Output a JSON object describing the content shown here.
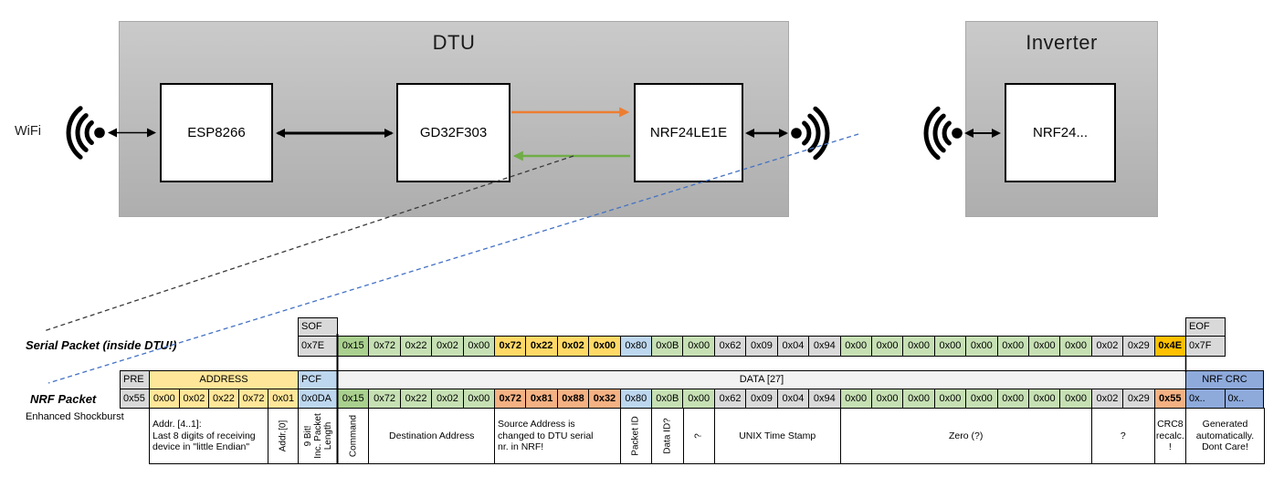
{
  "diagram": {
    "wifi_label": "WiFi",
    "dtu_title": "DTU",
    "esp_label": "ESP8266",
    "gd32_label": "GD32F303",
    "nrf_dtu_label": "NRF24LE1E",
    "inverter_title": "Inverter",
    "nrf_inv_label": "NRF24...",
    "colors": {
      "orange_arrow": "#ED7D31",
      "green_arrow": "#70AD47",
      "blue_dashed": "#4472C4"
    }
  },
  "serial_packet": {
    "label": "Serial Packet (inside DTU!)",
    "sof_header": "SOF",
    "sof_value": "0x7E",
    "eof_header": "EOF",
    "eof_value": "0x7F",
    "bytes": [
      {
        "v": "0x15",
        "c": "dgreen"
      },
      {
        "v": "0x72",
        "c": "green"
      },
      {
        "v": "0x22",
        "c": "green"
      },
      {
        "v": "0x02",
        "c": "green"
      },
      {
        "v": "0x00",
        "c": "green"
      },
      {
        "v": "0x72",
        "c": "gold",
        "b": true
      },
      {
        "v": "0x22",
        "c": "gold",
        "b": true
      },
      {
        "v": "0x02",
        "c": "gold",
        "b": true
      },
      {
        "v": "0x00",
        "c": "gold",
        "b": true
      },
      {
        "v": "0x80",
        "c": "blue"
      },
      {
        "v": "0x0B",
        "c": "green"
      },
      {
        "v": "0x00",
        "c": "green"
      },
      {
        "v": "0x62",
        "c": "gray"
      },
      {
        "v": "0x09",
        "c": "gray"
      },
      {
        "v": "0x04",
        "c": "gray"
      },
      {
        "v": "0x94",
        "c": "gray"
      },
      {
        "v": "0x00",
        "c": "green"
      },
      {
        "v": "0x00",
        "c": "green"
      },
      {
        "v": "0x00",
        "c": "green"
      },
      {
        "v": "0x00",
        "c": "green"
      },
      {
        "v": "0x00",
        "c": "green"
      },
      {
        "v": "0x00",
        "c": "green"
      },
      {
        "v": "0x00",
        "c": "green"
      },
      {
        "v": "0x00",
        "c": "green"
      },
      {
        "v": "0x02",
        "c": "gray"
      },
      {
        "v": "0x29",
        "c": "gray"
      },
      {
        "v": "0x4E",
        "c": "amber",
        "b": true
      }
    ]
  },
  "nrf_packet": {
    "label": "NRF Packet",
    "sublabel": "Enhanced Shockburst",
    "pre_header": "PRE",
    "pre_value": "0x55",
    "address_header": "ADDRESS",
    "address_values": [
      {
        "v": "0x00",
        "c": "yellow"
      },
      {
        "v": "0x02",
        "c": "yellow"
      },
      {
        "v": "0x22",
        "c": "yellow"
      },
      {
        "v": "0x72",
        "c": "yellow"
      },
      {
        "v": "0x01",
        "c": "yellow"
      }
    ],
    "pcf_header": "PCF",
    "pcf_value": "0x0DA",
    "data_header": "DATA [27]",
    "bytes": [
      {
        "v": "0x15",
        "c": "dgreen"
      },
      {
        "v": "0x72",
        "c": "green"
      },
      {
        "v": "0x22",
        "c": "green"
      },
      {
        "v": "0x02",
        "c": "green"
      },
      {
        "v": "0x00",
        "c": "green"
      },
      {
        "v": "0x72",
        "c": "orange",
        "b": true
      },
      {
        "v": "0x81",
        "c": "orange",
        "b": true
      },
      {
        "v": "0x88",
        "c": "orange",
        "b": true
      },
      {
        "v": "0x32",
        "c": "orange",
        "b": true
      },
      {
        "v": "0x80",
        "c": "blue"
      },
      {
        "v": "0x0B",
        "c": "green"
      },
      {
        "v": "0x00",
        "c": "green"
      },
      {
        "v": "0x62",
        "c": "gray"
      },
      {
        "v": "0x09",
        "c": "gray"
      },
      {
        "v": "0x04",
        "c": "gray"
      },
      {
        "v": "0x94",
        "c": "gray"
      },
      {
        "v": "0x00",
        "c": "green"
      },
      {
        "v": "0x00",
        "c": "green"
      },
      {
        "v": "0x00",
        "c": "green"
      },
      {
        "v": "0x00",
        "c": "green"
      },
      {
        "v": "0x00",
        "c": "green"
      },
      {
        "v": "0x00",
        "c": "green"
      },
      {
        "v": "0x00",
        "c": "green"
      },
      {
        "v": "0x00",
        "c": "green"
      },
      {
        "v": "0x02",
        "c": "gray"
      },
      {
        "v": "0x29",
        "c": "gray"
      },
      {
        "v": "0x55",
        "c": "orange",
        "b": true
      }
    ],
    "crc_header": "NRF CRC",
    "crc_values": [
      {
        "v": "0x..",
        "c": "dblue"
      },
      {
        "v": "0x..",
        "c": "dblue"
      }
    ],
    "annotations": [
      {
        "t": "Addr. [4..1]:\nLast 8 digits of receiving\ndevice in \"little Endian\"",
        "region": "addr",
        "col": 0,
        "span": 4,
        "align": "left"
      },
      {
        "t": "Addr.[0]",
        "region": "addr",
        "col": 4,
        "span": 1,
        "rot": true
      },
      {
        "t": "9 Bit!\nInc. Packet\nLength",
        "region": "pcf",
        "col": 0,
        "span": 1,
        "rot": true
      },
      {
        "t": "Command",
        "region": "data",
        "col": 0,
        "span": 1,
        "rot": true
      },
      {
        "t": "Destination Address",
        "region": "data",
        "col": 1,
        "span": 4
      },
      {
        "t": "Source Address is\nchanged to DTU serial\nnr. in NRF!",
        "region": "data",
        "col": 5,
        "span": 4,
        "bg": "orange",
        "align": "left"
      },
      {
        "t": "Packet ID",
        "region": "data",
        "col": 9,
        "span": 1,
        "rot": true
      },
      {
        "t": "Data ID?",
        "region": "data",
        "col": 10,
        "span": 1,
        "rot": true
      },
      {
        "t": "?",
        "region": "data",
        "col": 11,
        "span": 1,
        "rot": true
      },
      {
        "t": "UNIX Time Stamp",
        "region": "data",
        "col": 12,
        "span": 4
      },
      {
        "t": "Zero (?)",
        "region": "data",
        "col": 16,
        "span": 8
      },
      {
        "t": "?",
        "region": "data",
        "col": 24,
        "span": 2
      },
      {
        "t": "CRC8\nrecalc.\n!",
        "region": "data",
        "col": 26,
        "span": 1,
        "bg": "peach"
      },
      {
        "t": "Generated\nautomatically.\nDont Care!",
        "region": "crc",
        "col": 0,
        "span": 2
      }
    ]
  }
}
